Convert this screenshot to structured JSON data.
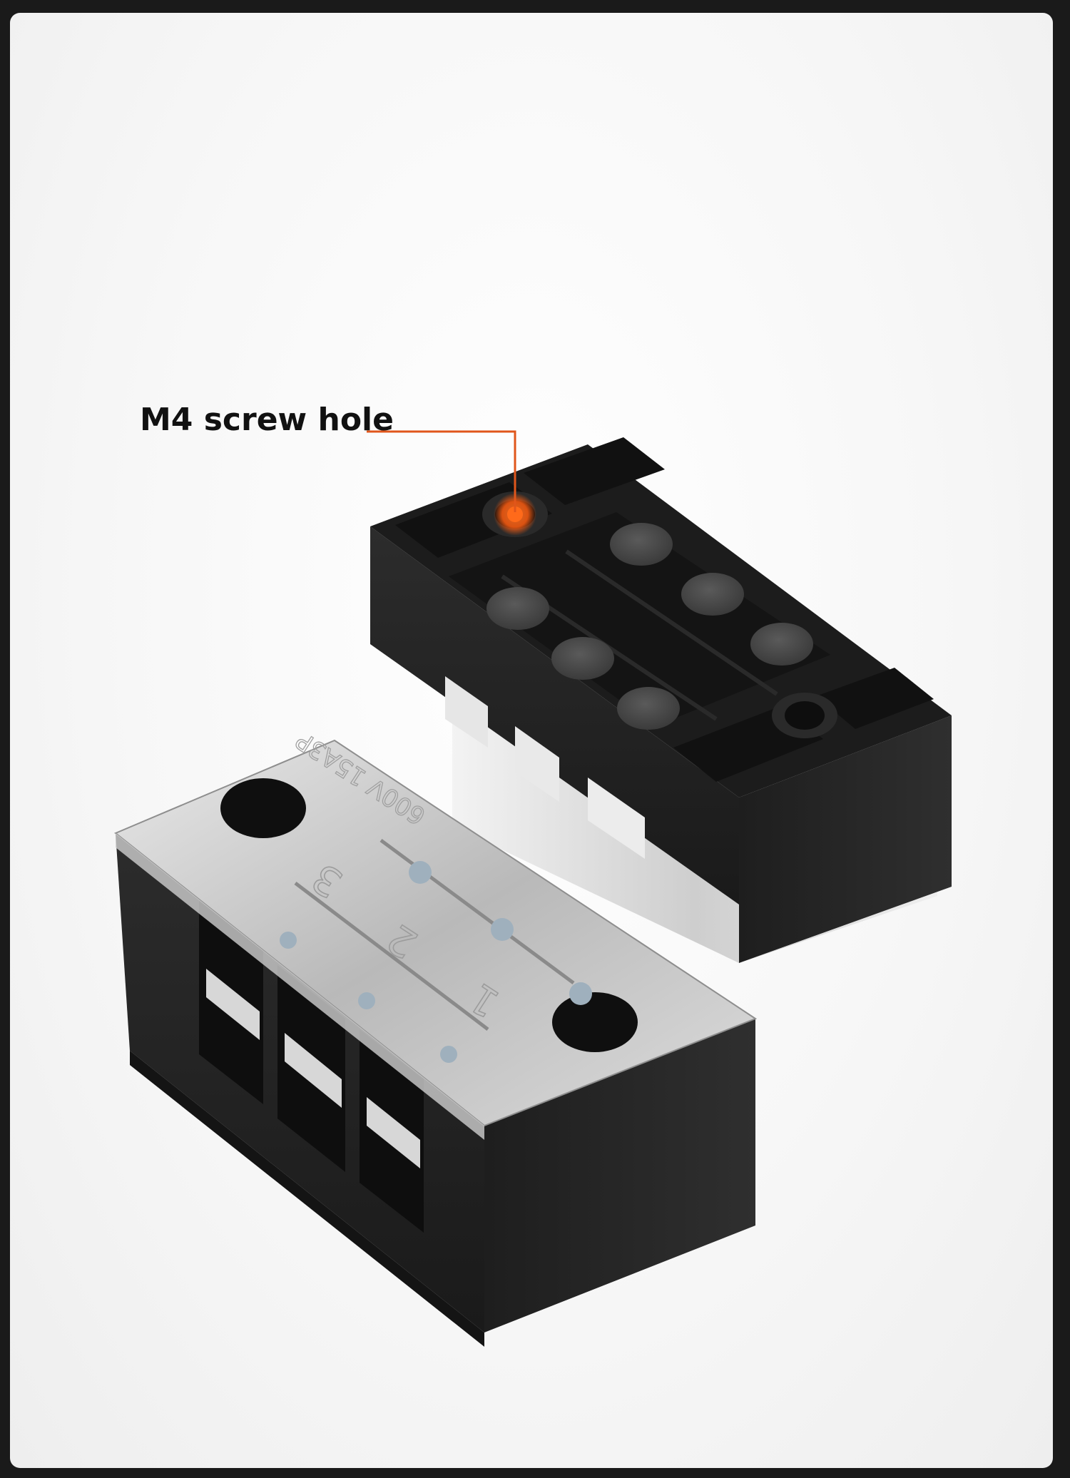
{
  "annotation": {
    "label": "M4 screw hole",
    "line_color": "#e0561b",
    "dot_color": "#ff6a1a"
  },
  "cover_markings": {
    "positions": [
      "1",
      "2",
      "3"
    ],
    "rating": "600V 15A3P"
  },
  "colors": {
    "body": "#262626",
    "body_top": "#1d1d1d",
    "cover": "#d8d8d8",
    "background": "#f6f6f6"
  }
}
